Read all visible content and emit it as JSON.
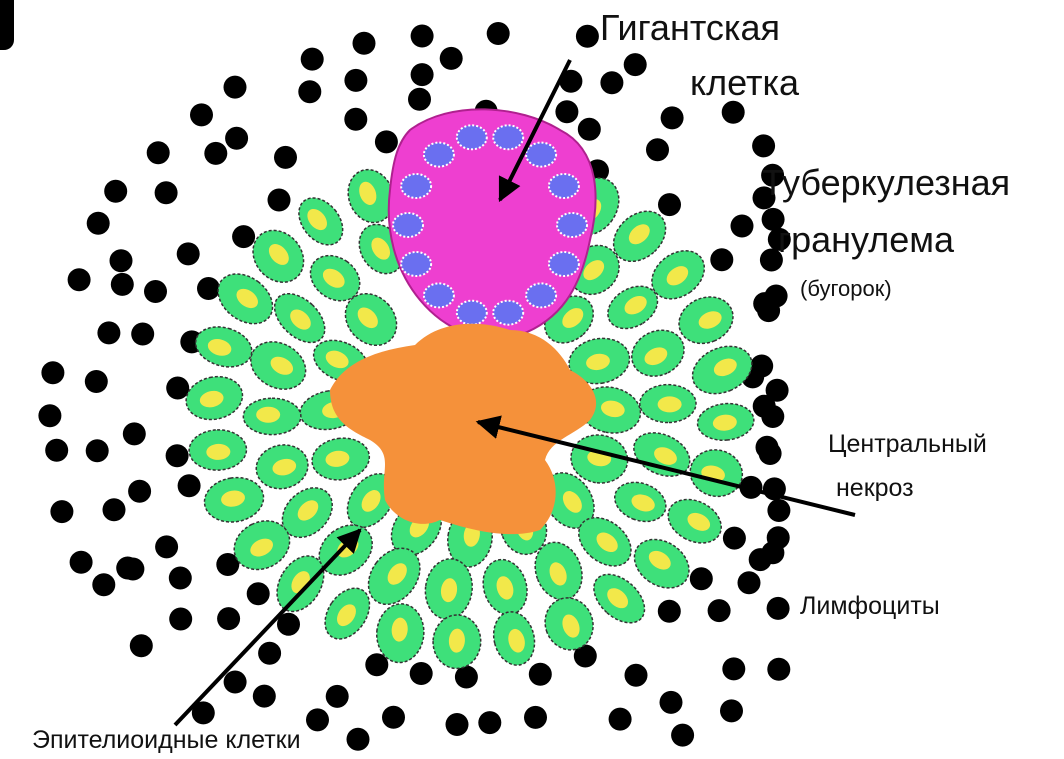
{
  "labels": {
    "giant_cell_line1": "Гигантская",
    "giant_cell_line2": "клетка",
    "granuloma_line1": "Туберкулезная",
    "granuloma_line2": "гранулема",
    "granuloma_sub": "(бугорок)",
    "necrosis_line1": "Центральный",
    "necrosis_line2": "некроз",
    "lymphocytes": "Лимфоциты",
    "epithelioid": "Эпителиоидные клетки"
  },
  "colors": {
    "lymphocyte": "#000000",
    "epithelioid_cell": "#3ee07a",
    "epithelioid_nucleus": "#f2e84a",
    "giant_cell": "#ee3fd0",
    "giant_cell_nucleus": "#6a6ff0",
    "necrosis": "#f5913a",
    "arrow": "#000000"
  }
}
